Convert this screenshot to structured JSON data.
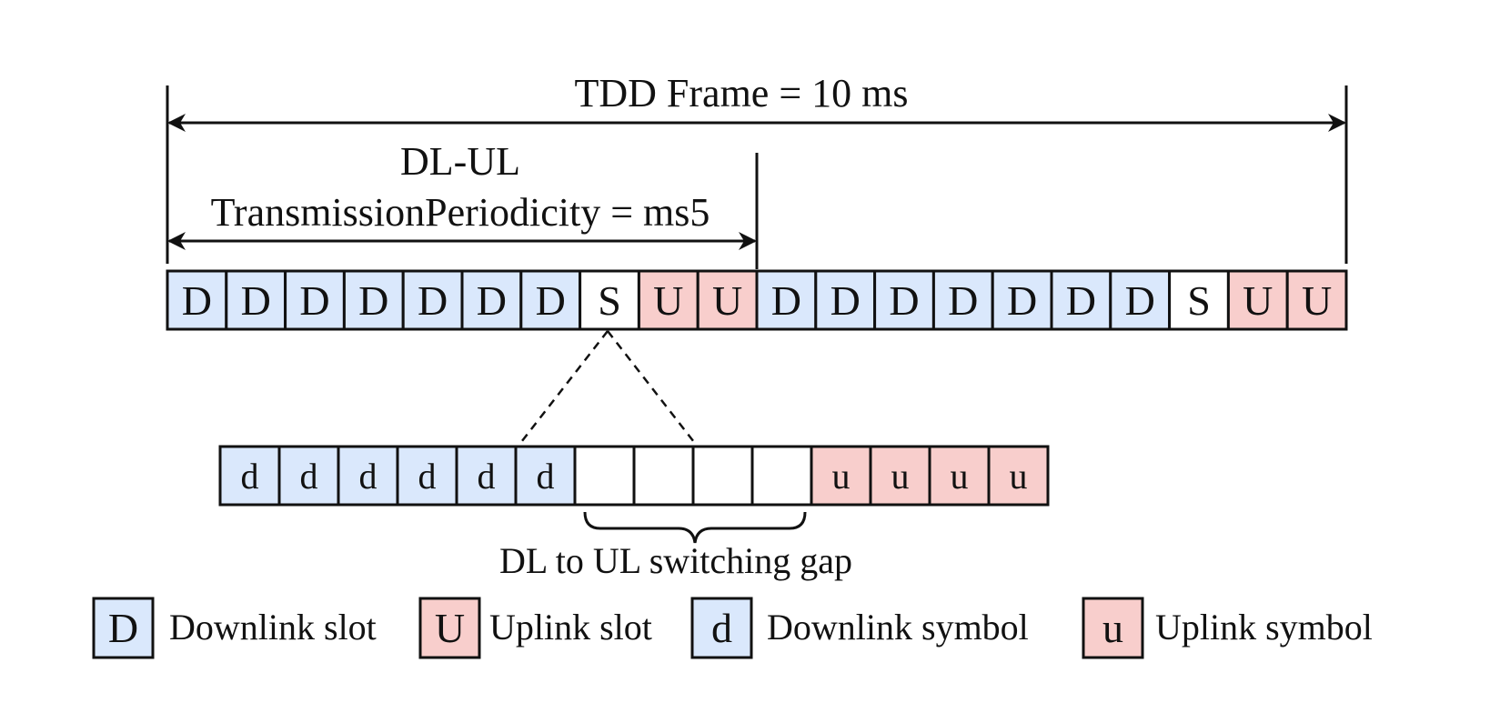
{
  "frame_label": "TDD Frame = 10 ms",
  "periodicity_label_line1": "DL-UL",
  "periodicity_label_line2": "TransmissionPeriodicity = ms5",
  "slots": [
    "D",
    "D",
    "D",
    "D",
    "D",
    "D",
    "D",
    "S",
    "U",
    "U",
    "D",
    "D",
    "D",
    "D",
    "D",
    "D",
    "D",
    "S",
    "U",
    "U"
  ],
  "symbols": [
    "d",
    "d",
    "d",
    "d",
    "d",
    "d",
    "",
    "",
    "",
    "",
    "u",
    "u",
    "u",
    "u"
  ],
  "gap_label": "DL to UL switching gap",
  "legend": [
    {
      "glyph": "D",
      "label": "Downlink slot",
      "kind": "downlink"
    },
    {
      "glyph": "U",
      "label": "Uplink slot",
      "kind": "uplink"
    },
    {
      "glyph": "d",
      "label": "Downlink symbol",
      "kind": "downlink"
    },
    {
      "glyph": "u",
      "label": "Uplink symbol",
      "kind": "uplink"
    }
  ],
  "colors": {
    "downlink": "#dae8fc",
    "uplink": "#f8cecc",
    "special": "#ffffff",
    "stroke": "#111111"
  }
}
